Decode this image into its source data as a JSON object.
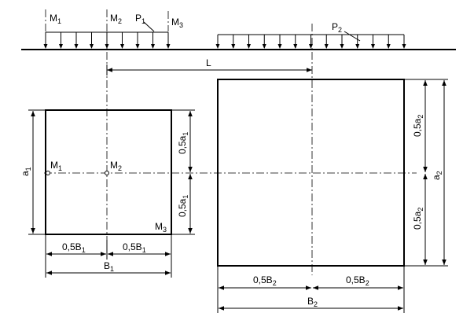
{
  "labels": {
    "m1": {
      "main": "M",
      "sub": "1"
    },
    "m2": {
      "main": "M",
      "sub": "2"
    },
    "m3": {
      "main": "M",
      "sub": "3"
    },
    "p1": {
      "main": "P",
      "sub": "1"
    },
    "p2": {
      "main": "P",
      "sub": "2"
    },
    "l": "L",
    "a1": {
      "main": "a",
      "sub": "1"
    },
    "a2": {
      "main": "a",
      "sub": "2"
    },
    "half_a1": {
      "main": "0,5a",
      "sub": "1"
    },
    "half_a2": {
      "main": "0,5a",
      "sub": "2"
    },
    "half_b1": {
      "main": "0,5B",
      "sub": "1"
    },
    "half_b2": {
      "main": "0,5B",
      "sub": "2"
    },
    "b1": {
      "main": "B",
      "sub": "1"
    },
    "b2": {
      "main": "B",
      "sub": "2"
    }
  }
}
